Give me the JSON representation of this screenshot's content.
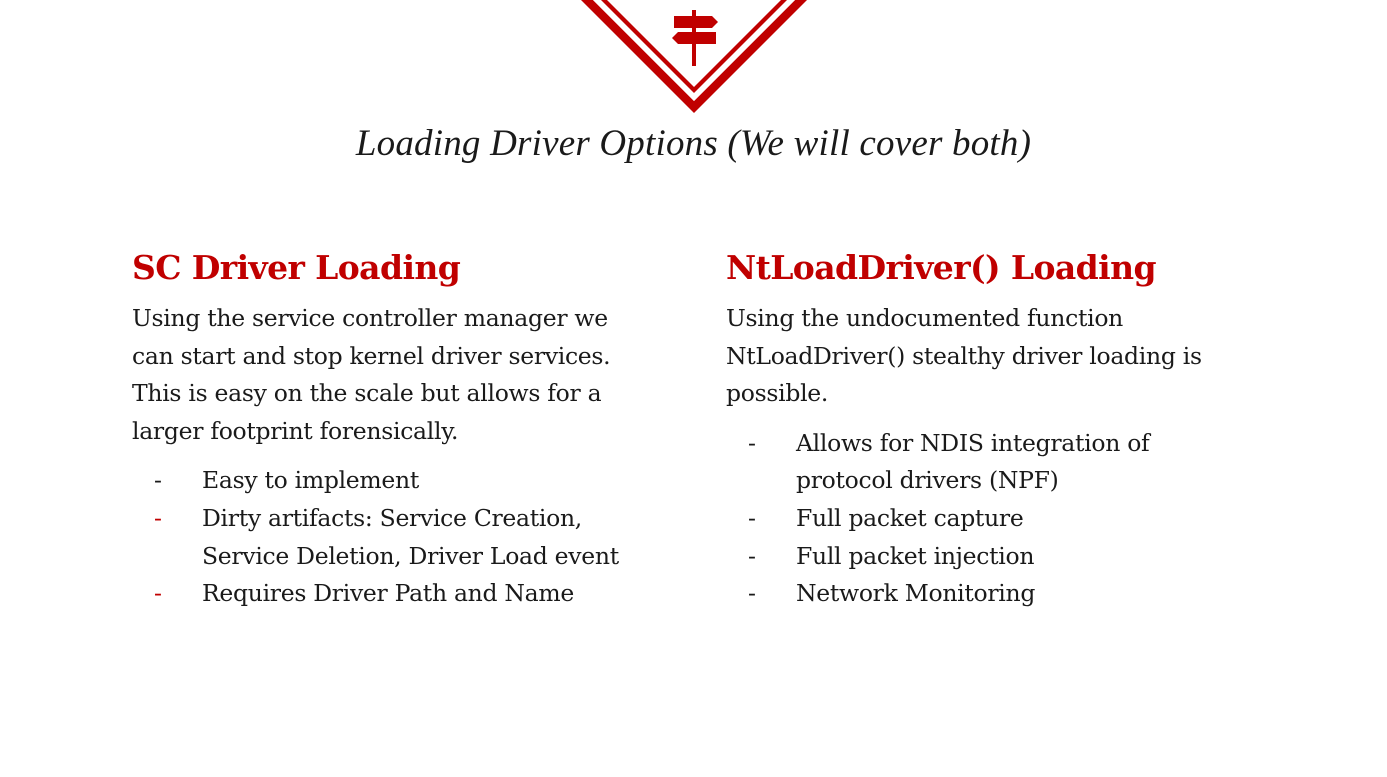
{
  "slide": {
    "subtitle": "Loading Driver Options (We will cover both)",
    "accent_color": "#c00000",
    "emblem_icon": "signpost-icon",
    "left": {
      "heading": "SC Driver Loading",
      "body": "Using the service controller manager we can start and stop kernel driver services. This is easy on the scale but allows for a larger footprint forensically.",
      "bullets": [
        {
          "marker": "-",
          "text": "Easy to implement"
        },
        {
          "marker": "-",
          "text": "Dirty artifacts: Service Creation, Service Deletion, Driver Load event"
        },
        {
          "marker": "-",
          "text": "Requires Driver Path and Name"
        }
      ]
    },
    "right": {
      "heading": "NtLoadDriver() Loading",
      "body": "Using the undocumented function NtLoadDriver() stealthy driver loading is possible.",
      "bullets": [
        {
          "marker": "-",
          "text": "Allows for NDIS integration of protocol drivers (NPF)"
        },
        {
          "marker": "-",
          "text": "Full packet capture"
        },
        {
          "marker": "-",
          "text": "Full packet injection"
        },
        {
          "marker": "-",
          "text": "Network Monitoring"
        }
      ]
    }
  }
}
